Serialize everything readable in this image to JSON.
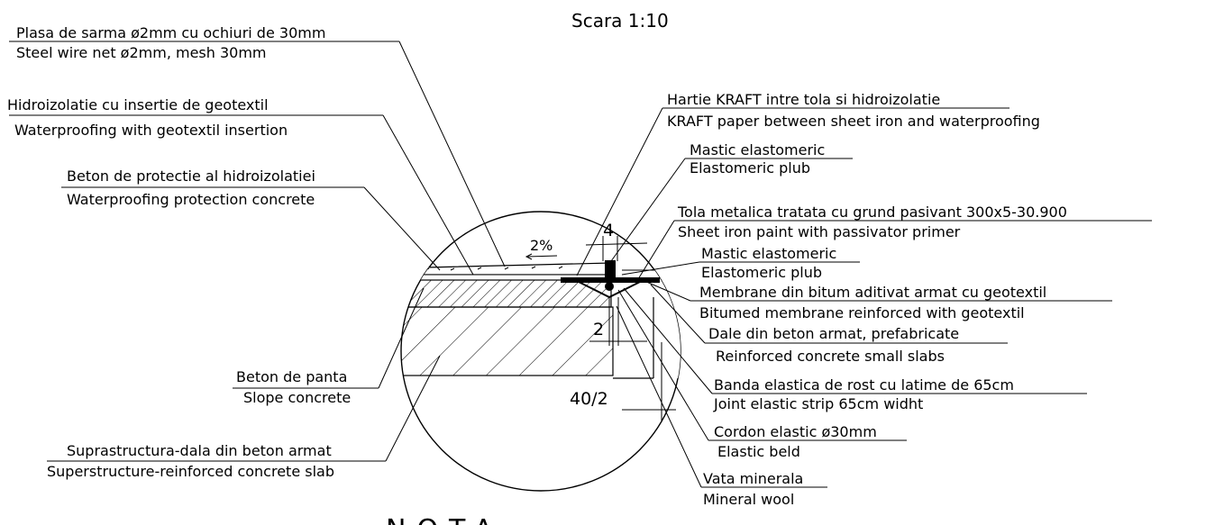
{
  "drawing": {
    "scale": "Scara 1:10",
    "note": "NOTA",
    "slope": "2%",
    "dim_top": "4",
    "dim_mid": "2",
    "dim_joint": "40/2",
    "labels": [
      {
        "ro": "Plasa de sarma ø2mm cu ochiuri de 30mm",
        "en": "Steel wire net ø2mm, mesh 30mm"
      },
      {
        "ro": "Hidroizolatie cu insertie de geotextil",
        "en": "Waterproofing with geotextil insertion"
      },
      {
        "ro": "Beton de protectie al hidroizolatiei",
        "en": "Waterproofing protection concrete"
      },
      {
        "ro": "Beton de panta",
        "en": "Slope concrete"
      },
      {
        "ro": "Suprastructura-dala din beton armat",
        "en": "Superstructure-reinforced concrete slab"
      },
      {
        "ro": "Hartie KRAFT intre tola si hidroizolatie",
        "en": "KRAFT paper between sheet iron and waterproofing"
      },
      {
        "ro": "Mastic elastomeric",
        "en": "Elastomeric plub"
      },
      {
        "ro": "Tola metalica tratata cu grund pasivant 300x5-30.900",
        "en": "Sheet iron paint with passivator primer"
      },
      {
        "ro": "Mastic elastomeric",
        "en": "Elastomeric plub"
      },
      {
        "ro": "Membrane din bitum aditivat armat cu geotextil",
        "en": "Bitumed membrane reinforced with geotextil"
      },
      {
        "ro": "Dale din beton armat, prefabricate",
        "en": "Reinforced concrete small slabs"
      },
      {
        "ro": "Banda elastica de rost cu latime de 65cm",
        "en": "Joint elastic strip 65cm widht"
      },
      {
        "ro": "Cordon elastic ø30mm",
        "en": "Elastic beld"
      },
      {
        "ro": "Vata minerala",
        "en": "Mineral wool"
      }
    ]
  }
}
